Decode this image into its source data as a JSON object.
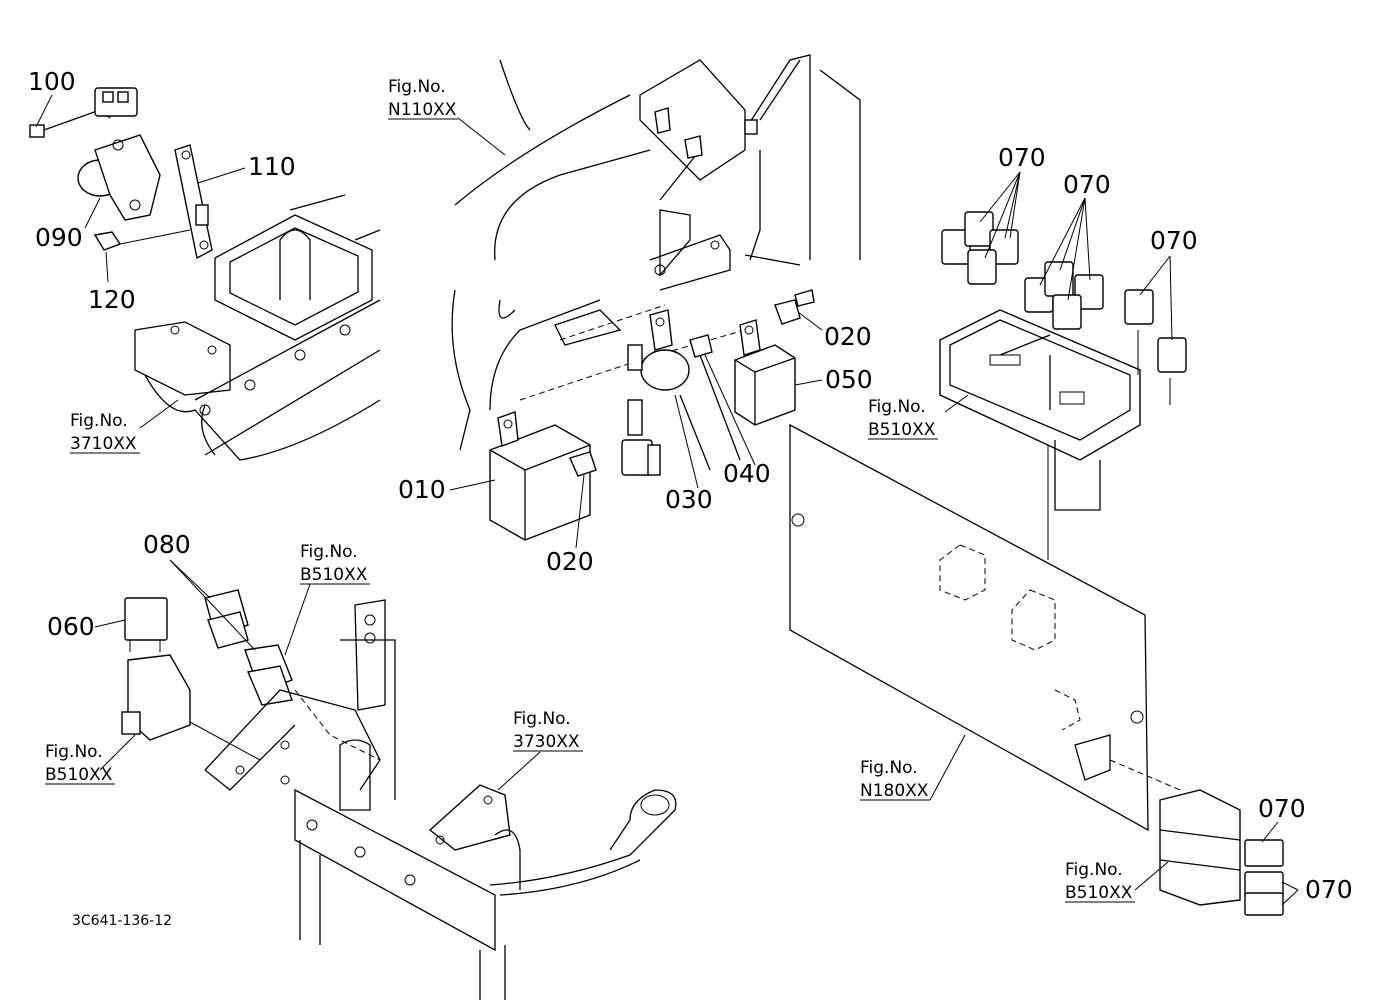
{
  "diagram": {
    "drawing_code": "3C641-136-12",
    "part_labels": [
      {
        "id": "100",
        "text": "100"
      },
      {
        "id": "110",
        "text": "110"
      },
      {
        "id": "090",
        "text": "090"
      },
      {
        "id": "120",
        "text": "120"
      },
      {
        "id": "070a",
        "text": "070"
      },
      {
        "id": "070b",
        "text": "070"
      },
      {
        "id": "070c",
        "text": "070"
      },
      {
        "id": "020a",
        "text": "020"
      },
      {
        "id": "050",
        "text": "050"
      },
      {
        "id": "010",
        "text": "010"
      },
      {
        "id": "040",
        "text": "040"
      },
      {
        "id": "030",
        "text": "030"
      },
      {
        "id": "020b",
        "text": "020"
      },
      {
        "id": "080",
        "text": "080"
      },
      {
        "id": "060",
        "text": "060"
      },
      {
        "id": "070d",
        "text": "070"
      },
      {
        "id": "070e",
        "text": "070"
      }
    ],
    "figure_refs": [
      {
        "id": "n110",
        "head": "Fig.No.",
        "code": "N110XX"
      },
      {
        "id": "3710",
        "head": "Fig.No.",
        "code": "3710XX"
      },
      {
        "id": "b510a",
        "head": "Fig.No.",
        "code": "B510XX"
      },
      {
        "id": "b510b",
        "head": "Fig.No.",
        "code": "B510XX"
      },
      {
        "id": "b510c",
        "head": "Fig.No.",
        "code": "B510XX"
      },
      {
        "id": "3730",
        "head": "Fig.No.",
        "code": "3730XX"
      },
      {
        "id": "n180",
        "head": "Fig.No.",
        "code": "N180XX"
      },
      {
        "id": "b510d",
        "head": "Fig.No.",
        "code": "B510XX"
      }
    ]
  }
}
